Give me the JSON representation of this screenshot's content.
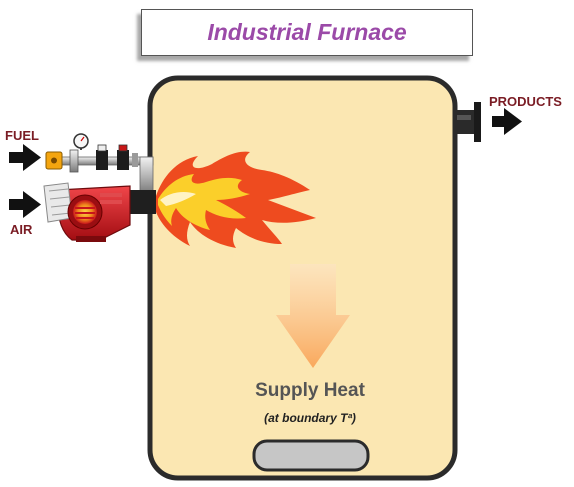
{
  "title": "Industrial Furnace",
  "labels": {
    "fuel": "FUEL",
    "air": "AIR",
    "products": "PRODUCTS"
  },
  "heat": {
    "main": "Supply Heat",
    "sub": "(at boundary Tª)"
  },
  "colors": {
    "title": "#9b4aa8",
    "label": "#7a1c24",
    "furnace_fill": "#fbe7b2",
    "furnace_border": "#2b2b2b",
    "burner": "#d4161c",
    "flame_outer": "#ee4b1f",
    "flame_inner": "#fbcf2a",
    "heat_arrow": "#f9a85c"
  }
}
